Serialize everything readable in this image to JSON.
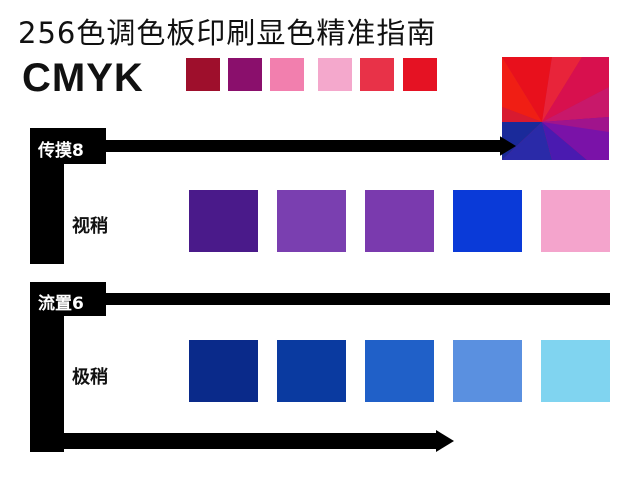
{
  "header": {
    "title": "256色调色板印刷显色精准指南",
    "cmyk_label": "CMYK"
  },
  "top_swatches": [
    "#9e0f2c",
    "#8a0f6c",
    "#f27fae",
    "#f4a8cc",
    "#e83248",
    "#e51223"
  ],
  "section1": {
    "tag": "传摸8",
    "row_label": "视稍",
    "swatches": [
      "#4a1a8a",
      "#7a3fb0",
      "#7a3aae",
      "#0a3ad8",
      "#f4a4cc"
    ]
  },
  "section2": {
    "tag": "流置6",
    "row_label": "极稍",
    "swatches": [
      "#0a2a8a",
      "#0a3aa0",
      "#2060c8",
      "#5a90e0",
      "#80d4f0"
    ]
  }
}
